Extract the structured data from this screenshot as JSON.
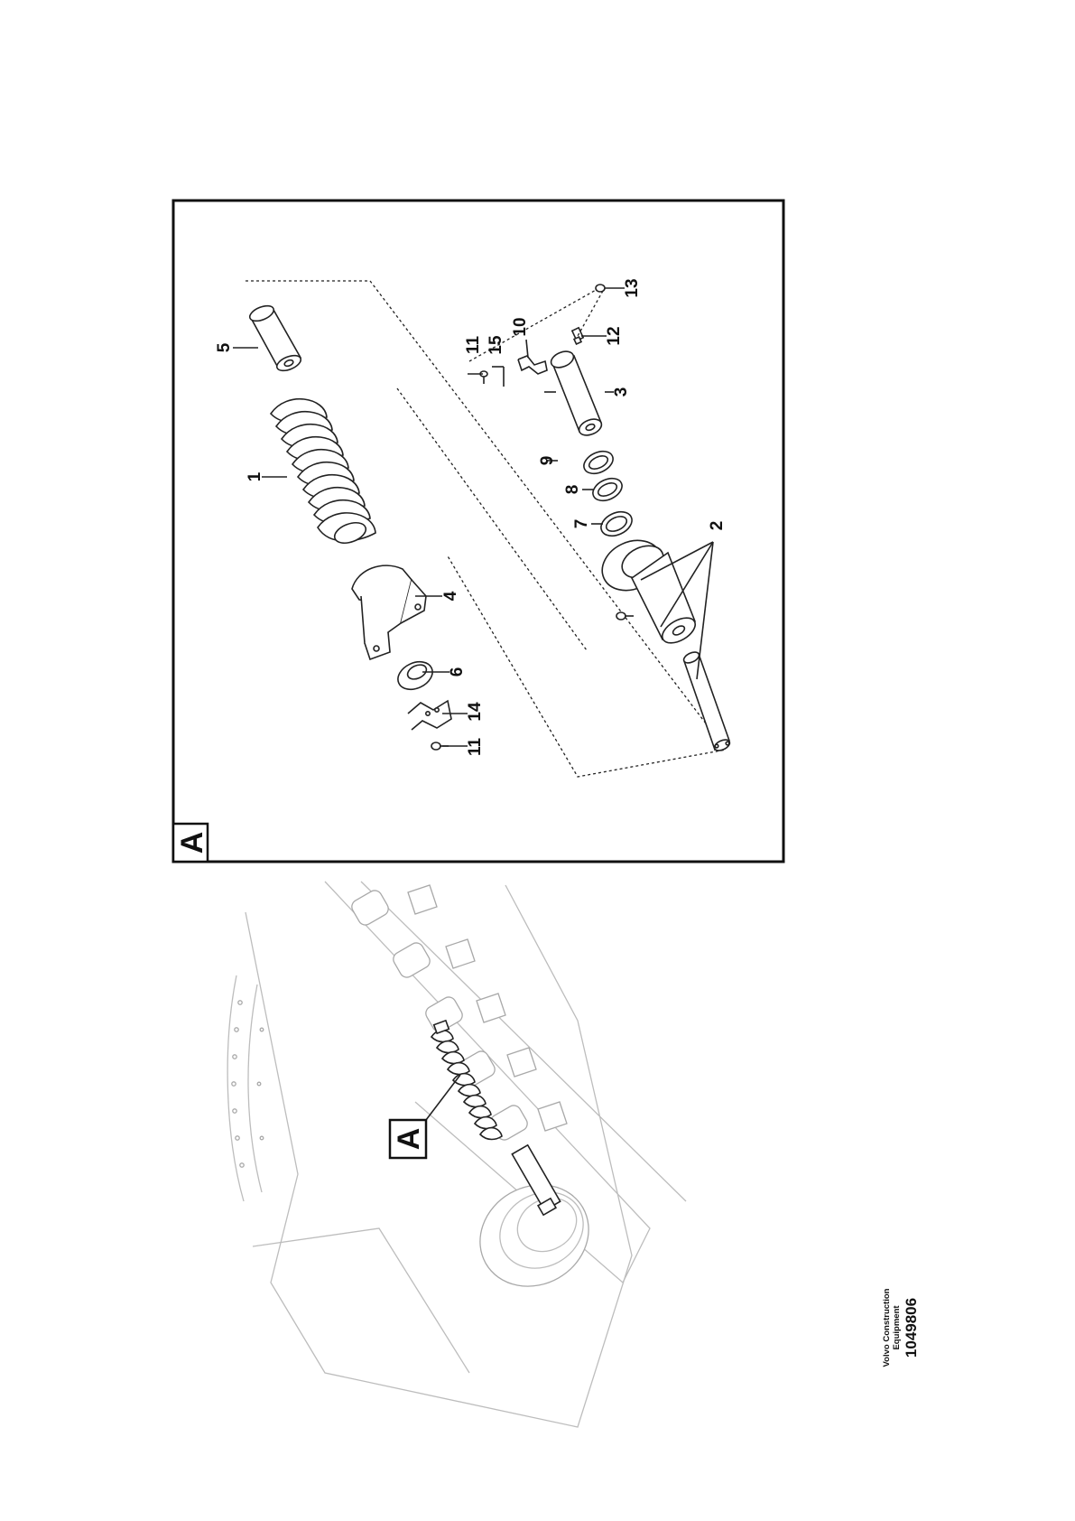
{
  "detail_label": "A",
  "callout_label": "A",
  "parts": {
    "p1": "1",
    "p2": "2",
    "p3": "3",
    "p4": "4",
    "p5": "5",
    "p6": "6",
    "p7": "7",
    "p8": "8",
    "p9": "9",
    "p10": "10",
    "p11a": "11",
    "p11b": "11",
    "p12": "12",
    "p13": "13",
    "p14": "14",
    "p15": "15"
  },
  "brand": {
    "line1": "Volvo Construction",
    "line2": "Equipment",
    "code": "1049806"
  }
}
